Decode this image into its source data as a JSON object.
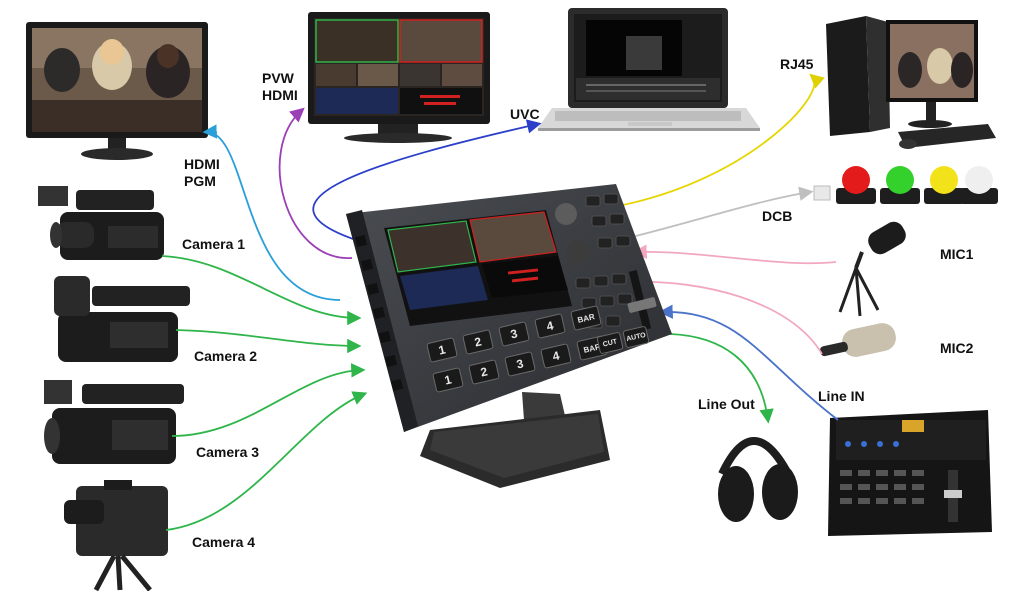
{
  "labels": {
    "hdmi_pgm_line1": "HDMI",
    "hdmi_pgm_line2": "PGM",
    "pvw_hdmi_line1": "PVW",
    "pvw_hdmi_line2": "HDMI",
    "uvc": "UVC",
    "rj45": "RJ45",
    "dcb": "DCB",
    "mic1": "MIC1",
    "mic2": "MIC2",
    "line_in": "Line IN",
    "line_out": "Line Out",
    "camera1": "Camera 1",
    "camera2": "Camera 2",
    "camera3": "Camera 3",
    "camera4": "Camera 4"
  },
  "switcher": {
    "row1_buttons": [
      "1",
      "2",
      "3",
      "4",
      "BAR"
    ],
    "row2_buttons": [
      "1",
      "2",
      "3",
      "4",
      "BAR"
    ],
    "cut": "CUT",
    "auto": "AUTO"
  },
  "colors": {
    "hdmi_pgm": "#2b9fd8",
    "pvw_hdmi": "#9b3fb5",
    "uvc": "#2b3fc9",
    "rj45": "#f2e21a",
    "dcb": "#bfbfbf",
    "mic": "#f2a7c0",
    "line_in": "#4a73c9",
    "line_out": "#2fb54a",
    "camera": "#2fb54a"
  },
  "tally_lights": [
    "red",
    "green",
    "yellow",
    "white"
  ]
}
